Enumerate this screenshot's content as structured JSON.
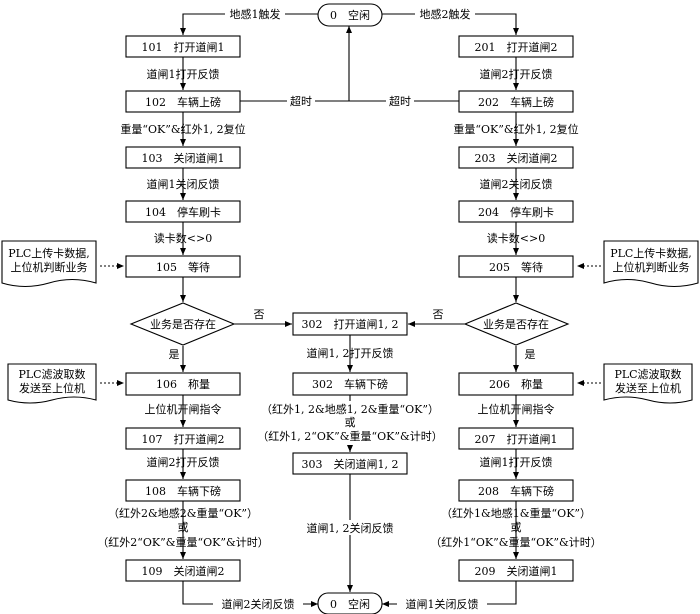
{
  "idle_top": "0　空闲",
  "idle_bottom": "0　空闲",
  "left": {
    "trigger": "地感1触发",
    "s101": "101　打开道闸1",
    "c101": "道闸1打开反馈",
    "s102": "102　车辆上磅",
    "c102": "重量“OK”&红外1, 2复位",
    "s103": "103　关闭道闸1",
    "c103": "道闸1关闭反馈",
    "s104": "104　停车刷卡",
    "c104": "读卡数<>0",
    "s105": "105　等待",
    "note_upload": [
      "PLC上传卡数据,",
      "上位机判断业务"
    ],
    "decision": "业务是否存在",
    "no": "否",
    "yes": "是",
    "note_filter": [
      "PLC滤波取数",
      "发送至上位机"
    ],
    "s106": "106　称量",
    "c106": "上位机开闸指令",
    "s107": "107　打开道闸2",
    "c107": "道闸2打开反馈",
    "s108": "108　车辆下磅",
    "c108": [
      "（红外2&地感2&重量“OK”）",
      "或",
      "（红外2“OK”&重量“OK”&计时）"
    ],
    "s109": "109　关闭道闸2",
    "c109": "道闸2关闭反馈",
    "timeout": "超时"
  },
  "right": {
    "trigger": "地感2触发",
    "s201": "201　打开道闸2",
    "c201": "道闸2打开反馈",
    "s202": "202　车辆上磅",
    "c202": "重量“OK”&红外1, 2复位",
    "s203": "203　关闭道闸2",
    "c203": "道闸2关闭反馈",
    "s204": "204　停车刷卡",
    "c204": "读卡数<>0",
    "s205": "205　等待",
    "note_upload": [
      "PLC上传卡数据,",
      "上位机判断业务"
    ],
    "decision": "业务是否存在",
    "no": "否",
    "yes": "是",
    "note_filter": [
      "PLC滤波取数",
      "发送至上位机"
    ],
    "s206": "206　称量",
    "c206": "上位机开闸指令",
    "s207": "207　打开道闸1",
    "c207": "道闸1打开反馈",
    "s208": "208　车辆下磅",
    "c208": [
      "（红外1&地感1&重量“OK”）",
      "或",
      "（红外1“OK”&重量“OK”&计时）"
    ],
    "s209": "209　关闭道闸1",
    "c209": "道闸1关闭反馈",
    "timeout": "超时"
  },
  "middle": {
    "s302a": "302　打开道闸1, 2",
    "c302a": "道闸1, 2打开反馈",
    "s302b": "302　车辆下磅",
    "c302b": [
      "（红外1, 2&地感1, 2&重量“OK”）",
      "或",
      "（红外1, 2“OK”&重量“OK”&计时）"
    ],
    "s303": "303　关闭道闸1, 2",
    "c303": "道闸1, 2关闭反馈"
  }
}
